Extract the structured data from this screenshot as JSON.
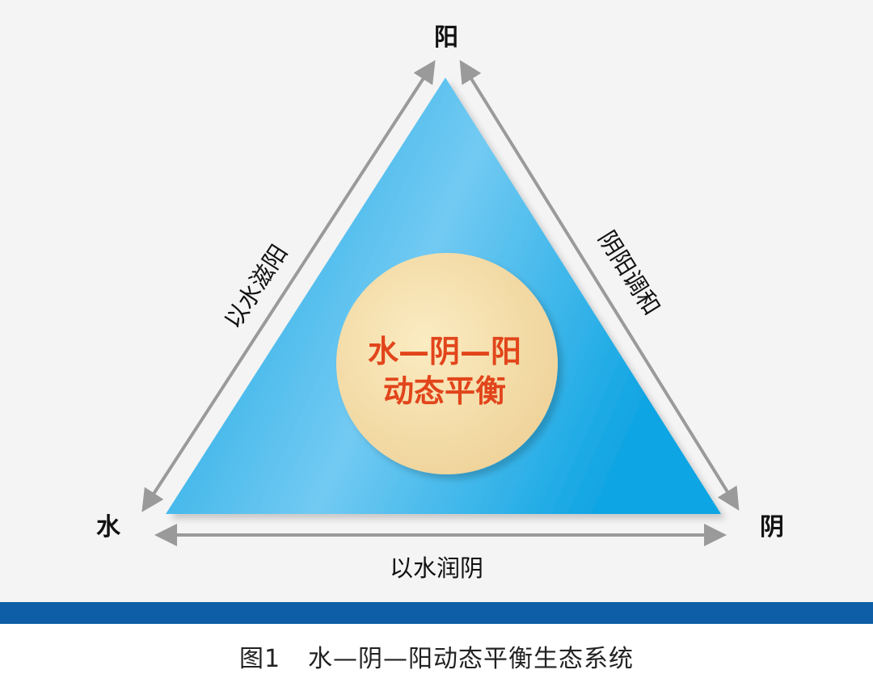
{
  "vertices": {
    "top": "阳",
    "left": "水",
    "right": "阴"
  },
  "edges": {
    "left": "以水滋阳",
    "right": "阴阳调和",
    "bottom": "以水润阴"
  },
  "center": {
    "line1": "水—阴—阳",
    "line2": "动态平衡"
  },
  "caption": {
    "number": "图1",
    "title": "水—阴—阳动态平衡生态系统"
  },
  "colors": {
    "triangle_dark": "#0fa6e3",
    "triangle_light": "#74cbf2",
    "circle": "#f5dfa6",
    "center_text": "#e2451b",
    "arrow": "#9a9a9a",
    "band": "#0d5ea6"
  }
}
